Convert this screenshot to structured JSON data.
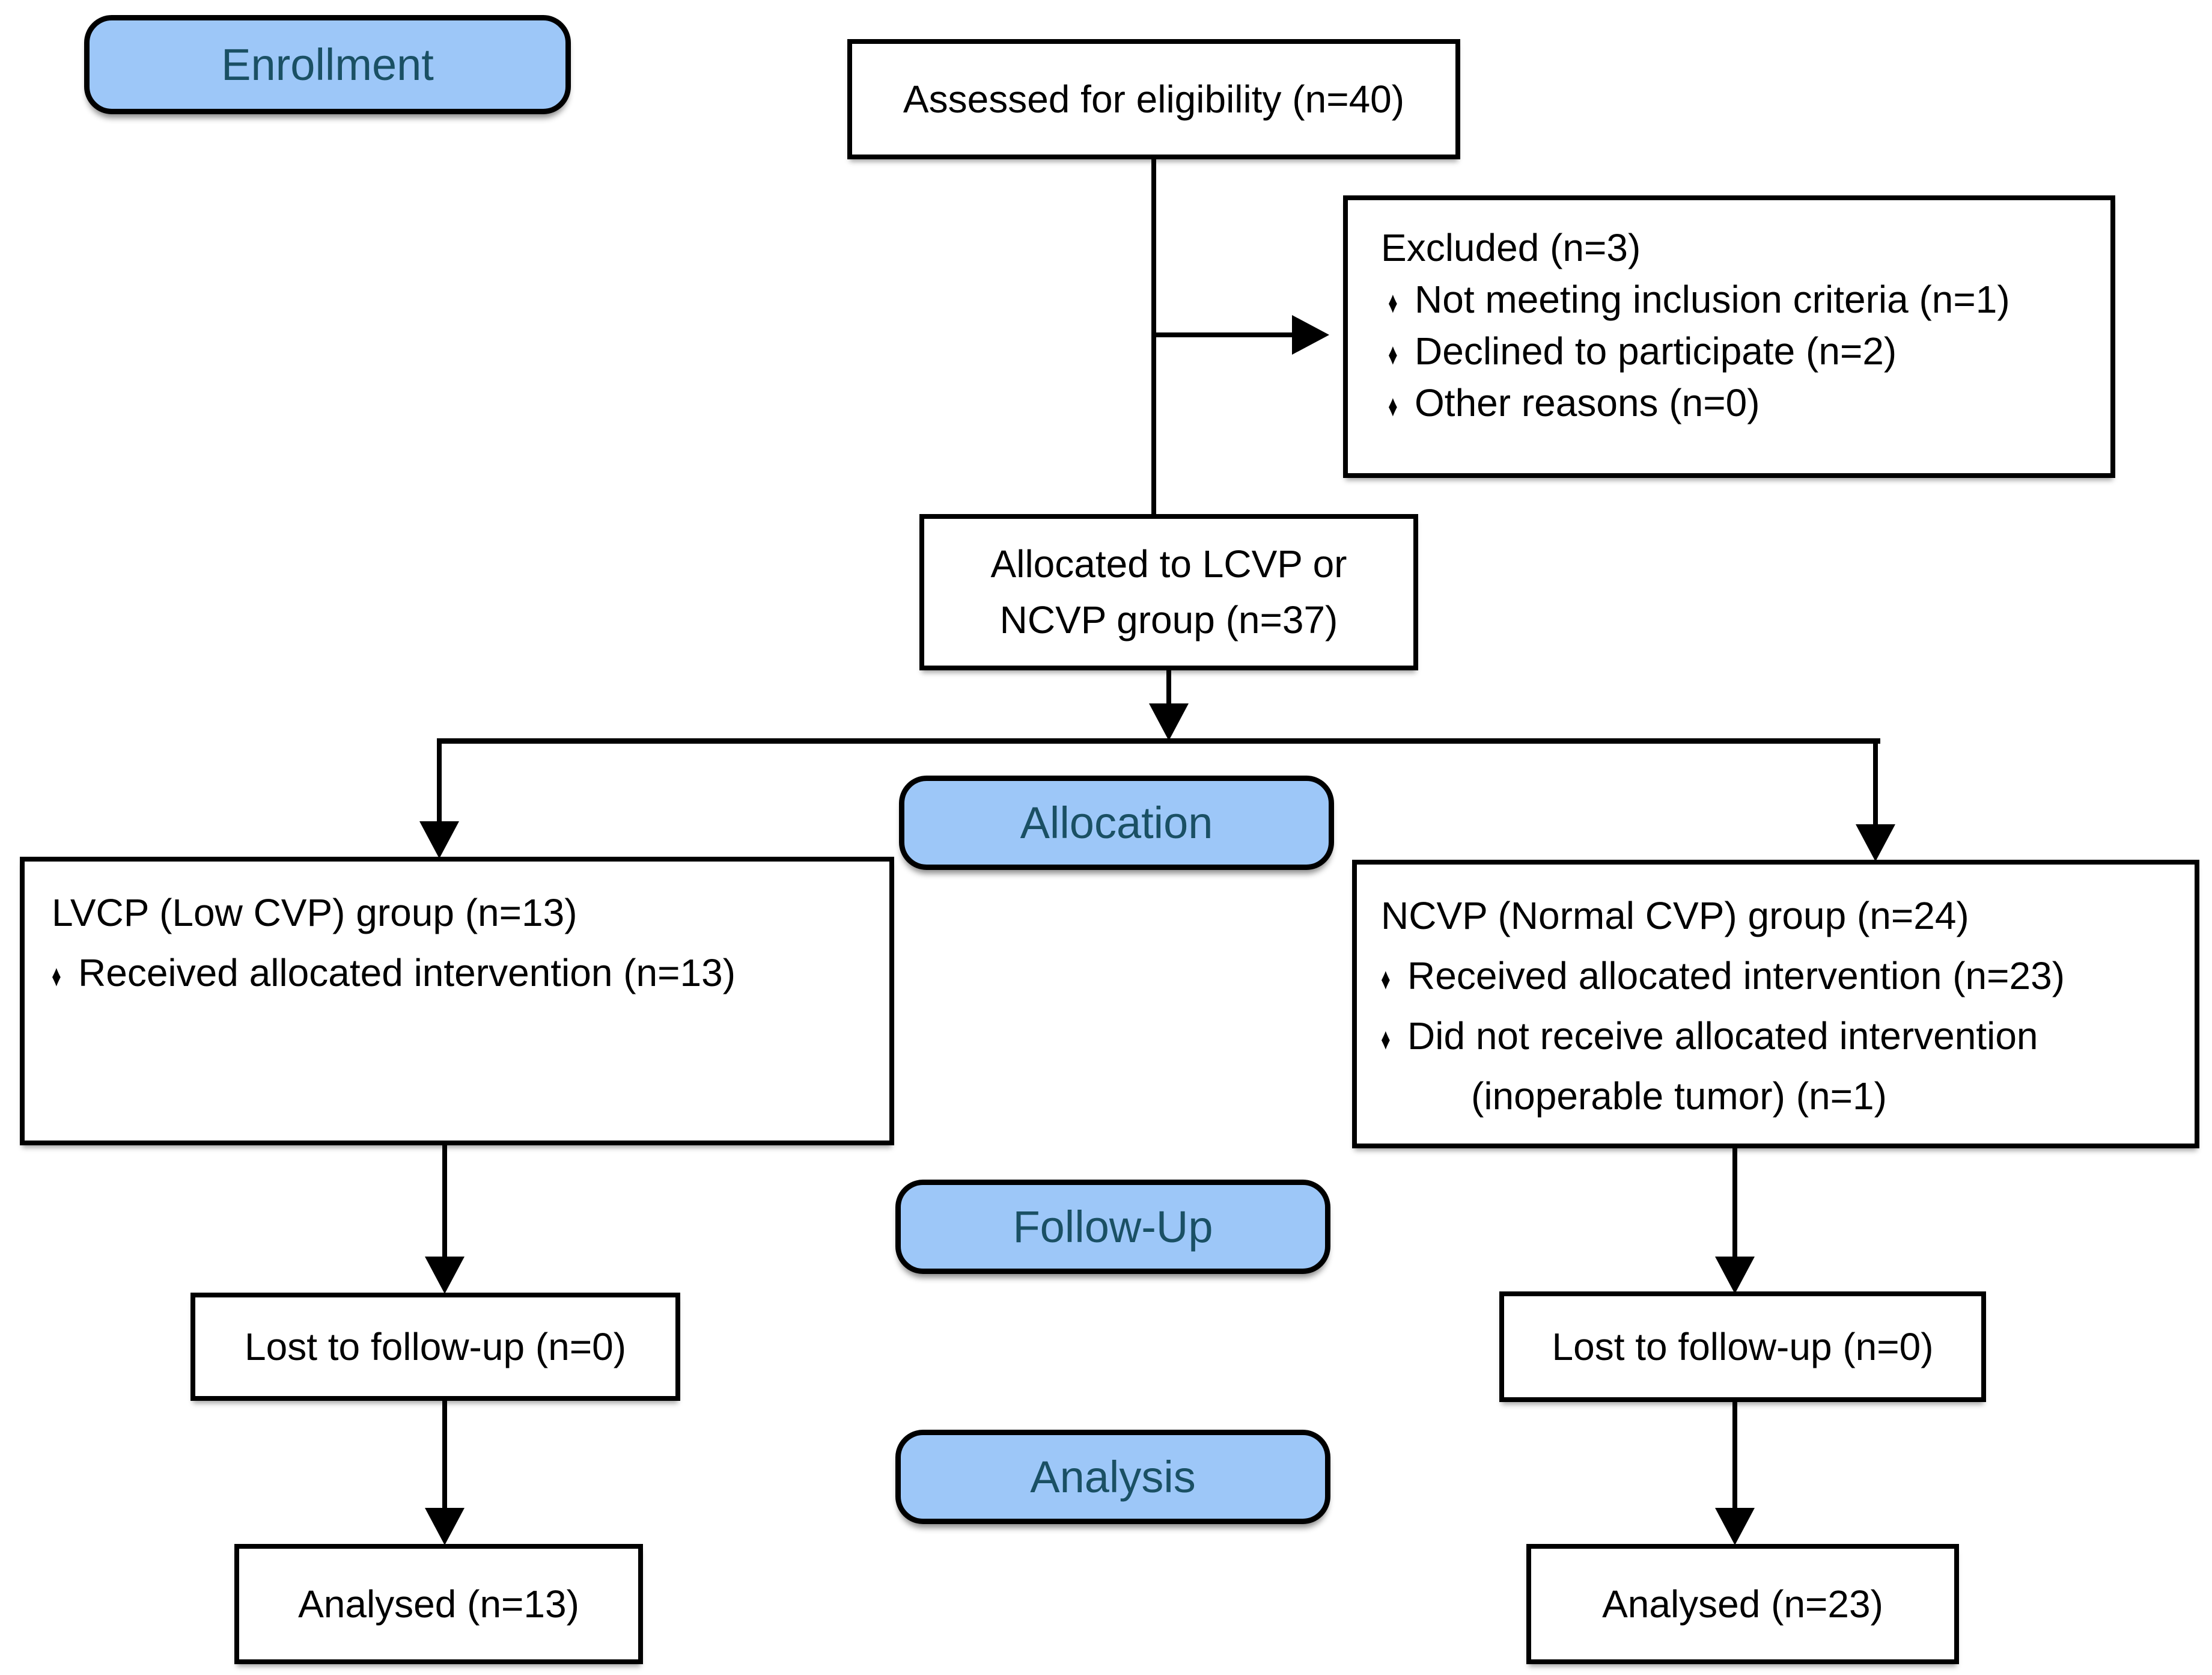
{
  "stage_labels": {
    "enrollment": "Enrollment",
    "allocation": "Allocation",
    "follow_up": "Follow-Up",
    "analysis": "Analysis"
  },
  "boxes": {
    "assessed": {
      "text": "Assessed for eligibility (n=40)"
    },
    "excluded": {
      "title": "Excluded (n=3)",
      "items": [
        "Not meeting inclusion criteria (n=1)",
        "Declined to participate (n=2)",
        "Other reasons (n=0)"
      ]
    },
    "allocated": {
      "line1": "Allocated to LCVP or",
      "line2": "NCVP group (n=37)"
    },
    "lvcp_group": {
      "title": "LVCP (Low CVP) group (n=13)",
      "items": [
        "Received allocated intervention (n=13)"
      ]
    },
    "ncvp_group": {
      "title": "NCVP (Normal CVP) group (n=24)",
      "item1": "Received allocated intervention (n=23)",
      "item2_line1": "Did not receive allocated intervention",
      "item2_line2": "(inoperable tumor) (n=1)"
    },
    "lost_followup_left": {
      "text": "Lost to follow-up (n=0)"
    },
    "lost_followup_right": {
      "text": "Lost to follow-up (n=0)"
    },
    "analysed_left": {
      "text": "Analysed (n=13)"
    },
    "analysed_right": {
      "text": "Analysed (n=23)"
    }
  },
  "icons": {
    "bullet": "♦"
  },
  "colors": {
    "stage_fill": "#9DC7F8",
    "stage_text": "#1A5064",
    "line": "#000000",
    "box_border": "#000000",
    "background": "#FFFFFF"
  }
}
